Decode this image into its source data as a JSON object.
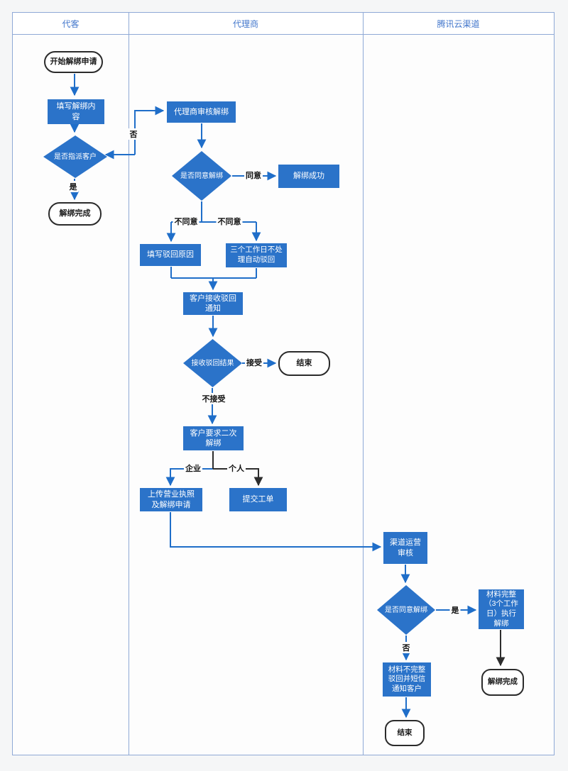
{
  "lanes": {
    "customer": "代客",
    "agent": "代理商",
    "channel": "腾讯云渠道"
  },
  "nodes": {
    "start": "开始解绑申请",
    "fill_content": "填写解绑内\n容",
    "decide_assign": "是否指派客户",
    "done_customer": "解绑完成",
    "agent_review": "代理商审核解绑",
    "decide_agree": "是否同意解绑",
    "unbind_success": "解绑成功",
    "fill_reason": "填写驳回原因",
    "auto_reject": "三个工作日不处\n理自动驳回",
    "notify": "客户接收驳回\n通知",
    "decide_result": "接收驳回结果",
    "end_accept": "结束",
    "second_unbind": "客户要求二次\n解绑",
    "upload": "上传营业执照\n及解绑申请",
    "ticket": "提交工单",
    "channel_review": "渠道运营\n审核",
    "decide_channel": "是否同意解绑",
    "complete_exec": "材料完整\n（3个工作\n日）执行\n解绑",
    "incomplete": "材料不完整\n驳回并短信\n通知客户",
    "done_channel": "解绑完成",
    "end_channel": "结束"
  },
  "edge_labels": {
    "no_assign": "否",
    "yes_assign": "是",
    "agree": "同意",
    "disagree_left": "不同意",
    "disagree_right": "不同意",
    "accept": "接受",
    "not_accept": "不接受",
    "enterprise": "企业",
    "personal": "个人",
    "yes_channel": "是",
    "no_channel": "否"
  },
  "colors": {
    "node_blue": "#2b73c9",
    "line_blue": "#1f6ec9",
    "line_black": "#2d2d2d",
    "frame_border": "#8fa9d6",
    "lane_title_text": "#4377cc",
    "page_background": "#f5f6f7",
    "canvas_background": "#fdfdfd"
  }
}
